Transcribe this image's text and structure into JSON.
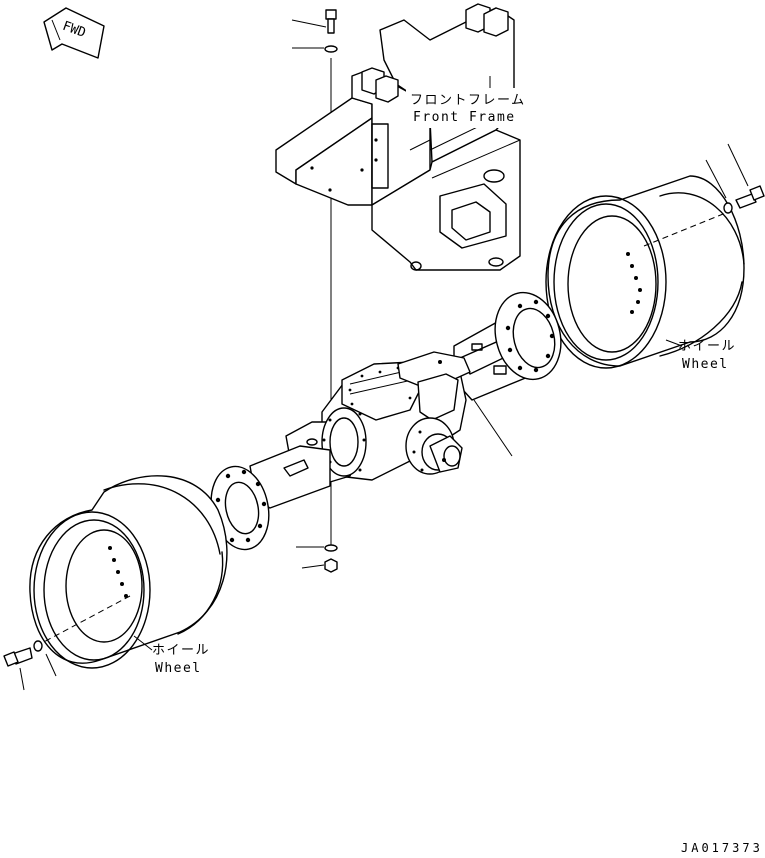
{
  "labels": {
    "fwd": "FWD",
    "front_frame_jp": "フロントフレーム",
    "front_frame_en": "Front Frame",
    "wheel_right_jp": "ホイール",
    "wheel_right_en": "Wheel",
    "wheel_left_jp": "ホイール",
    "wheel_left_en": "Wheel",
    "drawing_code": "JA017373"
  }
}
